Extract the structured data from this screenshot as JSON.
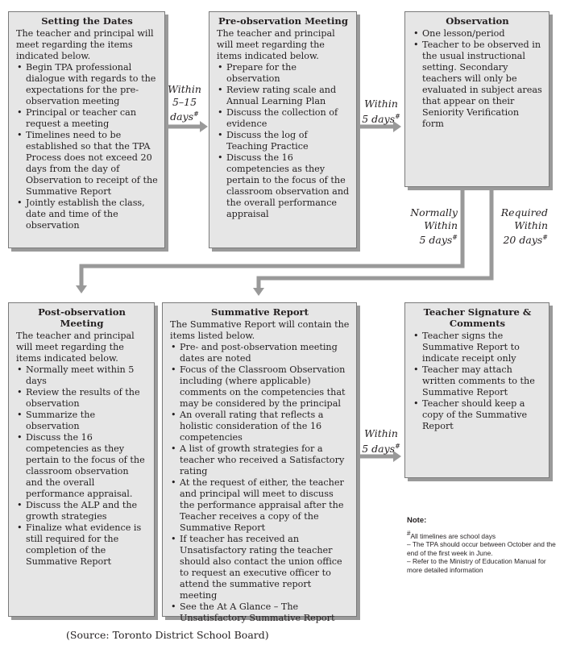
{
  "boxes": {
    "setting_dates": {
      "title": "Setting the Dates",
      "intro": "The teacher and principal will meet regarding the items indicated below.",
      "items": [
        "Begin TPA professional dialogue with regards to the expectations for the pre-observation meeting",
        "Principal or teacher can request a meeting",
        "Timelines need to be established so that the TPA Process does not exceed 20 days from the day of Observation to receipt of the Summative Report",
        "Jointly establish the class, date and time of the observation"
      ]
    },
    "pre_observation": {
      "title": "Pre-observation Meeting",
      "intro": "The teacher and principal will meet regarding the items indicated below.",
      "items": [
        "Prepare for the observation",
        "Review rating scale and Annual Learning Plan",
        "Discuss the collection of evidence",
        "Discuss the log of Teaching Practice",
        "Discuss the 16 competencies as they pertain to the focus of the classroom observation and the overall performance appraisal"
      ]
    },
    "observation": {
      "title": "Observation",
      "intro": "",
      "items": [
        "One lesson/period",
        "Teacher to be observed in the usual instructional setting. Secondary teachers will only be evaluated in subject areas that appear on their Seniority Verification form"
      ]
    },
    "post_observation": {
      "title": "Post-observation Meeting",
      "intro": "The teacher and principal will meet regarding the items indicated below.",
      "items": [
        "Normally meet within 5 days",
        "Review the results of the observation",
        "Summarize the observation",
        "Discuss the 16 competencies as they pertain to the focus of the classroom observation and the overall performance appraisal.",
        "Discuss the ALP and the growth strategies",
        "Finalize what evidence is still required for the completion of the Summative Report"
      ]
    },
    "summative_report": {
      "title": "Summative Report",
      "intro": "The Summative Report will contain the items listed below.",
      "items": [
        "Pre- and post-observation meeting dates are noted",
        "Focus of the Classroom Observation including (where applicable) comments on the competencies that may be considered by the principal",
        "An overall rating that reflects a holistic consideration of the 16 competencies",
        "A list of growth strategies for a teacher who received a Satisfactory rating",
        "At the request of either, the teacher and principal will meet to discuss the performance appraisal after the Teacher receives a copy of the Summative Report",
        "If teacher has received an Unsatisfactory rating the teacher should also contact the union office to request an executive officer to attend the summative report meeting",
        "See the At A Glance – The Unsatisfactory Summative Report"
      ]
    },
    "teacher_signature": {
      "title": "Teacher Signature & Comments",
      "intro": "",
      "items": [
        "Teacher signs the Summative Report to indicate receipt only",
        "Teacher may attach written comments to the Summative Report",
        "Teacher should keep a copy of the Summative Report"
      ]
    }
  },
  "arrow_labels": {
    "a1": {
      "l1": "Within",
      "l2": "5–15",
      "l3": "days",
      "sup": "#"
    },
    "a2": {
      "l1": "Within",
      "l2": "5 days",
      "sup": "#"
    },
    "a3": {
      "l1": "Normally",
      "l2": "Within",
      "l3": "5 days",
      "sup": "#"
    },
    "a4": {
      "l1": "Required",
      "l2": "Within",
      "l3": "20 days",
      "sup": "#"
    },
    "a5": {
      "l1": "Within",
      "l2": "5 days",
      "sup": "#"
    }
  },
  "note": {
    "title": "Note:",
    "sup": "#",
    "line1": "All timelines are school days",
    "line2": "– The TPA should occur between October and the end of the first week in June.",
    "line3": "– Refer to the Ministry of Education Manual for more detailed information"
  },
  "source": "(Source: Toronto District School Board)",
  "colors": {
    "box_fill": "#e6e6e6",
    "arrow": "#999999",
    "text": "#231f20"
  }
}
